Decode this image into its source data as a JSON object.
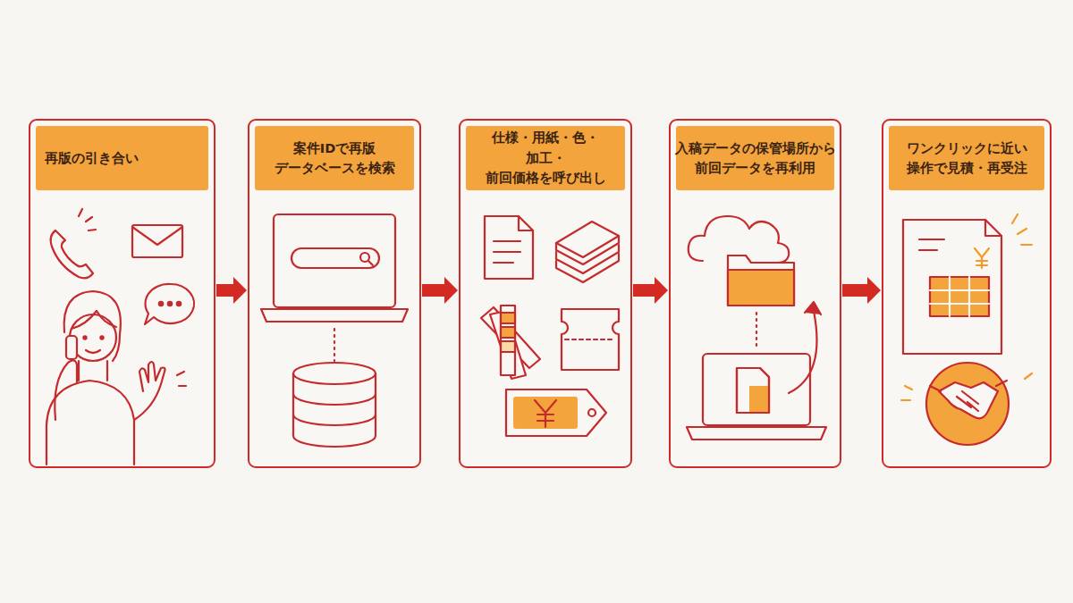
{
  "diagram": {
    "nodes": [
      {
        "text": [
          "再版の引き合い"
        ]
      },
      {
        "text": [
          "案件IDで再版 データベースを検索"
        ]
      },
      {
        "text": [
          "仕様・用紙・色・加工・ 前回価格を呼び出し"
        ]
      },
      {
        "text": [
          "入稿データの保管場所から 前回データを再利用"
        ]
      },
      {
        "text": [
          "ワンクリックに近い 操作で見積・再受注"
        ]
      }
    ],
    "edges": [
      {
        "from": 0,
        "to": 1,
        "arrow": "to"
      },
      {
        "from": 1,
        "to": 2,
        "arrow": "to"
      },
      {
        "from": 2,
        "to": 3,
        "arrow": "to"
      },
      {
        "from": 3,
        "to": 4,
        "arrow": "to"
      }
    ]
  }
}
